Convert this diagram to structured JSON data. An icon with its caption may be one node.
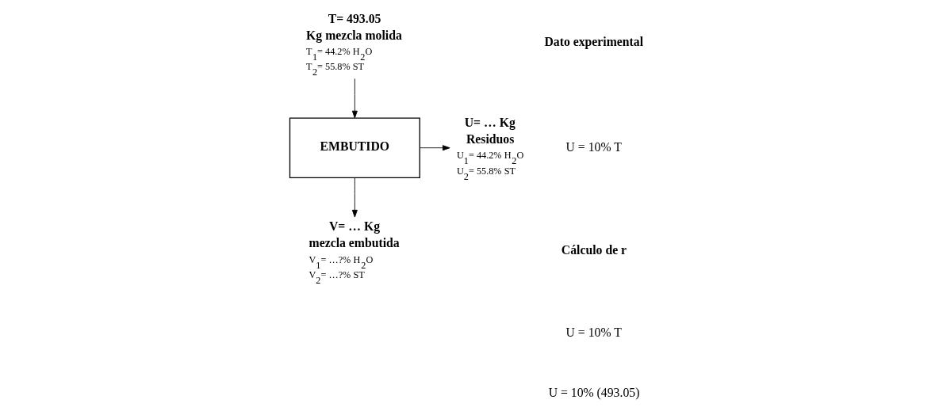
{
  "diagram": {
    "nodes": [
      {
        "text": [
          "T= 493.05",
          "Kg mezcla molida"
        ],
        "beside": [
          "T$_{1}$= 44.2% H$_{2}$O",
          "T$_{2}$= 55.8% ST"
        ]
      },
      {
        "text": [
          "EMBUTIDO"
        ]
      },
      {
        "text": [
          "U= … Kg",
          "Residuos"
        ],
        "beside": [
          "U$_{1}$= 44.2% H$_{2}$O",
          "U$_{2}$= 55.8% ST"
        ]
      },
      {
        "text": [
          "V= … Kg",
          "mezcla embutida"
        ],
        "beside": [
          "V$_{1}$= …?% H$_{2}$O",
          "V$_{2}$= …?% ST"
        ]
      }
    ],
    "edges": [
      {
        "from": 0,
        "to": 1,
        "arrow": "to"
      },
      {
        "from": 1,
        "to": 2,
        "arrow": "to"
      },
      {
        "from": 1,
        "to": 3,
        "arrow": "to"
      }
    ],
    "labels": [
      "Dato experimental",
      "U = 10% T",
      "Cálculo de r",
      "U = 10% T",
      "U = 10% (493.05)"
    ]
  }
}
